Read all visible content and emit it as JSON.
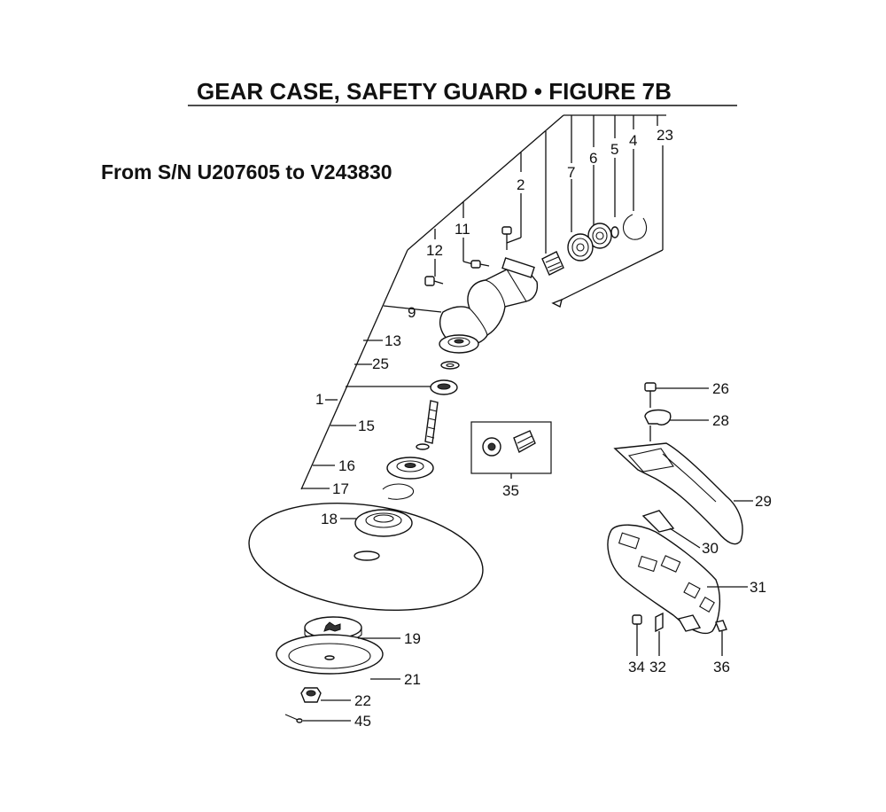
{
  "header": {
    "title": "GEAR CASE, SAFETY GUARD  •  FIGURE 7B",
    "serial_range": "From S/N U207605 to V243830"
  },
  "callouts": [
    {
      "id": "c1",
      "label": "1"
    },
    {
      "id": "c2",
      "label": "2"
    },
    {
      "id": "c4",
      "label": "4"
    },
    {
      "id": "c5",
      "label": "5"
    },
    {
      "id": "c6",
      "label": "6"
    },
    {
      "id": "c7",
      "label": "7"
    },
    {
      "id": "c9",
      "label": "9"
    },
    {
      "id": "c11",
      "label": "11"
    },
    {
      "id": "c12",
      "label": "12"
    },
    {
      "id": "c13",
      "label": "13"
    },
    {
      "id": "c15",
      "label": "15"
    },
    {
      "id": "c16",
      "label": "16"
    },
    {
      "id": "c17",
      "label": "17"
    },
    {
      "id": "c18",
      "label": "18"
    },
    {
      "id": "c19",
      "label": "19"
    },
    {
      "id": "c21",
      "label": "21"
    },
    {
      "id": "c22",
      "label": "22"
    },
    {
      "id": "c23",
      "label": "23"
    },
    {
      "id": "c25",
      "label": "25"
    },
    {
      "id": "c26",
      "label": "26"
    },
    {
      "id": "c28",
      "label": "28"
    },
    {
      "id": "c29",
      "label": "29"
    },
    {
      "id": "c30",
      "label": "30"
    },
    {
      "id": "c31",
      "label": "31"
    },
    {
      "id": "c32",
      "label": "32"
    },
    {
      "id": "c34",
      "label": "34"
    },
    {
      "id": "c35",
      "label": "35"
    },
    {
      "id": "c36",
      "label": "36"
    },
    {
      "id": "c45",
      "label": "45"
    }
  ]
}
